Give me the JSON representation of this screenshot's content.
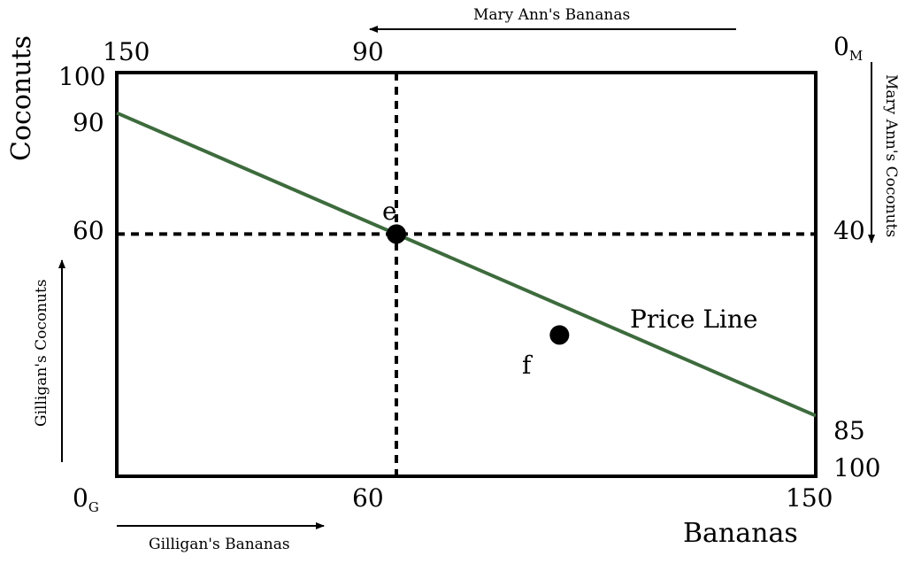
{
  "diagram": {
    "axis_title_left": "Coconuts",
    "axis_title_bottom": "Bananas",
    "arrow_label_top": "Mary Ann's Bananas",
    "arrow_label_bottom": "Gilligan's Bananas",
    "arrow_label_left": "Gilligan's Coconuts",
    "arrow_label_right": "Mary Ann's Coconuts",
    "origin_gilligan": {
      "main": "0",
      "sub": "G"
    },
    "origin_maryann": {
      "main": "0",
      "sub": "M"
    },
    "ticks": {
      "top_left": "150",
      "top_mid": "90",
      "left_top": "100",
      "left_90": "90",
      "left_60": "60",
      "bottom_mid": "60",
      "bottom_right": "150",
      "right_40": "40",
      "right_85": "85",
      "right_100": "100"
    },
    "price_line_label": "Price Line",
    "point_e_label": "e",
    "point_f_label": "f",
    "colors": {
      "price_line": "#3d6b3d",
      "box": "#000000",
      "dashed": "#000000"
    },
    "box_bananas": 150,
    "box_coconuts": 100,
    "price_line_points": [
      [
        0,
        90
      ],
      [
        150,
        15
      ]
    ],
    "point_e": [
      60,
      60
    ],
    "point_f": [
      95,
      35
    ]
  }
}
